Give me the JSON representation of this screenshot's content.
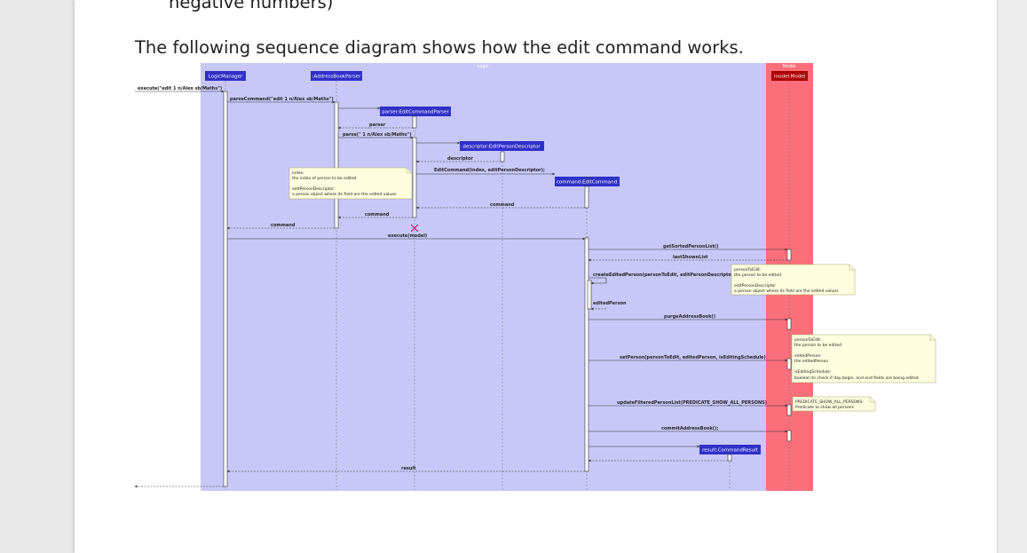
{
  "doc": {
    "prev_line": "negative numbers)",
    "intro": "The following sequence diagram shows how the edit command works."
  },
  "diagram": {
    "colors": {
      "logic_bg": "#c8c8f8",
      "model_bg": "#fb6f7b",
      "participant": "#3030c8",
      "model_participant": "#b00000",
      "note_bg": "#ffffe0",
      "destroy": "#c80064"
    },
    "groups": {
      "logic": "Logic",
      "model": "Model"
    },
    "participants": {
      "logic_manager": "LogicManager",
      "ab_parser": ":AddressBookParser",
      "ec_parser": "parser:EditCommandParser",
      "descriptor": "descriptor:EditPersonDescriptor",
      "command": "command:EditCommand",
      "model": "model:Model",
      "result": "result:CommandResult"
    },
    "messages": {
      "m01": "execute(\"edit 1 n/Alex sb/Maths\")",
      "m02": "parseCommand(\"edit 1 n/Alex sb/Maths\")",
      "m03": "parser",
      "m04": "parse(\" 1 n/Alex sb/Maths\")",
      "m05": "descriptor",
      "m06": "EditCommand(index, editPersonDescriptor);",
      "m07": "command",
      "m08": "command",
      "m09": "command",
      "m10": "execute(model)",
      "m11": "getSortedPersonList()",
      "m12": "lastShownList",
      "m13": "createEditedPerson(personToEdit, editPersonDescriptor)",
      "m14": "editedPerson",
      "m15": "purgeAddressBook()",
      "m16": "setPerson(personToEdit, editedPerson, isEditingSchedule)",
      "m17": "updateFilteredPersonList(PREDICATE_SHOW_ALL_PERSONS)",
      "m18": "commitAddressBook();",
      "m19": "result"
    },
    "notes": {
      "n1": [
        "index:",
        "the index of person to be edited",
        "",
        "editPersonDescriptor:",
        "a person object where its field are the edited values"
      ],
      "n2": [
        "personToEdit:",
        "the person to be edited",
        "",
        "editPersonDescriptor",
        "a person object where its field are the edited values"
      ],
      "n3": [
        "personToEdit:",
        "the person to be edited",
        "",
        "editedPerson:",
        "the editedPerson",
        "",
        "isEditingSchedule:",
        "boolean to check if day,begin, and end fields are being edited"
      ],
      "n4": [
        "PREDICATE_SHOW_ALL_PERSONS:",
        "Predicate to show all persons"
      ]
    }
  }
}
